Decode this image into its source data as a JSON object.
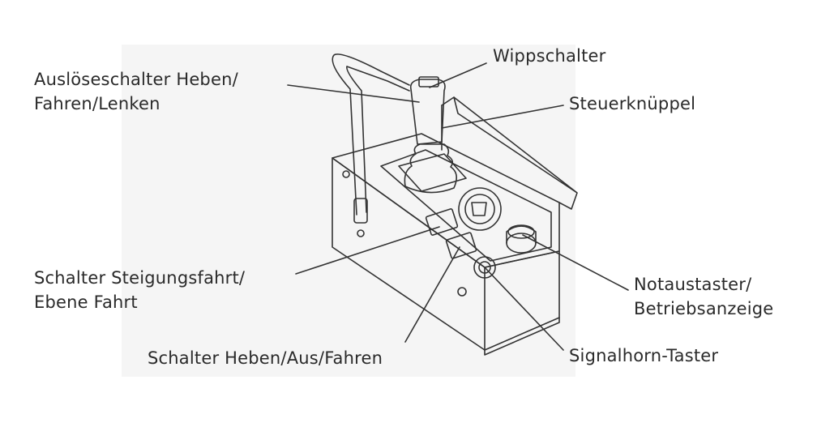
{
  "labels": {
    "trigger": {
      "line1": "Auslöseschalter Heben/",
      "line2": "Fahren/Lenken"
    },
    "rocker": "Wippschalter",
    "joystick": "Steuerknüppel",
    "incline": {
      "line1": "Schalter Steigungsfahrt/",
      "line2": "Ebene Fahrt"
    },
    "estop": {
      "line1": "Notaustaster/",
      "line2": "Betriebsanzeige"
    },
    "lift": "Schalter Heben/Aus/Fahren",
    "horn": "Signalhorn-Taster"
  },
  "colors": {
    "ink": "#2a2a2a",
    "panel_tint": "#f4f4f4"
  }
}
